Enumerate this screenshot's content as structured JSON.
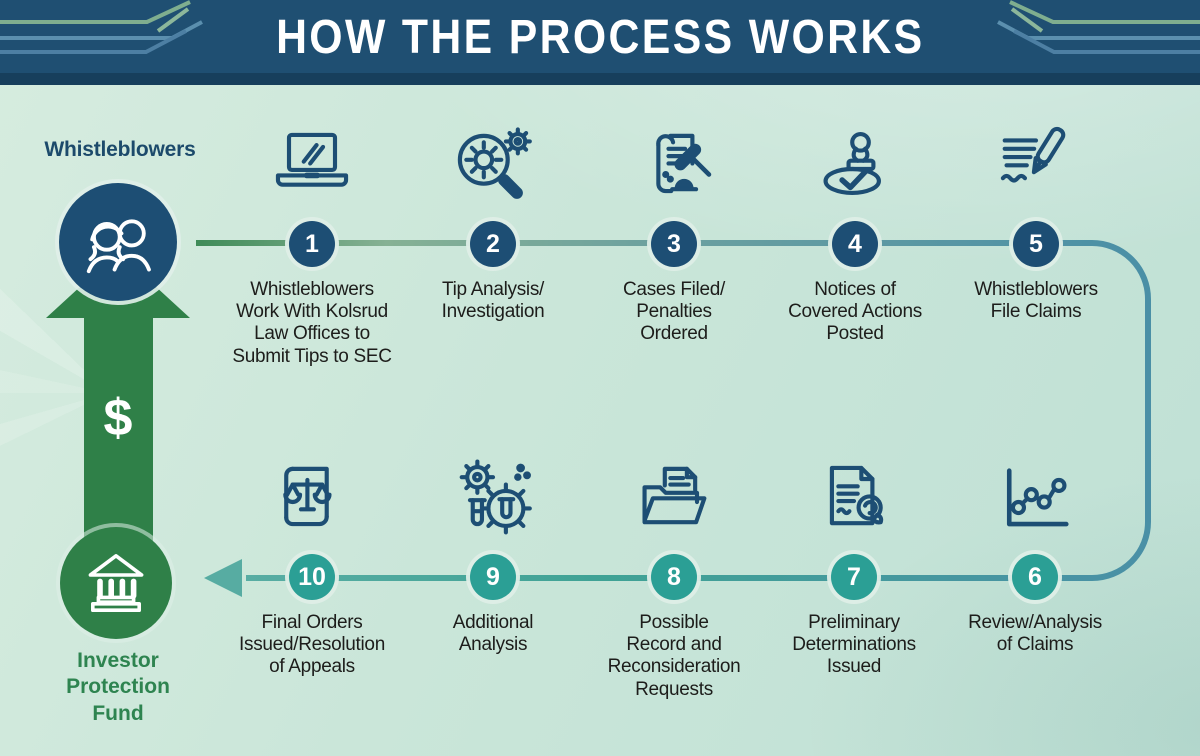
{
  "header": {
    "title": "HOW THE PROCESS WORKS"
  },
  "left_column": {
    "top_label": "Whistleblowers",
    "dollar_symbol": "$",
    "bottom_label": "Investor\nProtection\nFund",
    "icons": [
      "people-icon",
      "bank-icon",
      "up-arrow-shape",
      "left-arrow-shape"
    ]
  },
  "steps": [
    {
      "number": "1",
      "label": "Whistleblowers\nWork With Kolsrud\nLaw Offices to\nSubmit Tips to SEC",
      "icon": "laptop-icon"
    },
    {
      "number": "2",
      "label": "Tip Analysis/\nInvestigation",
      "icon": "magnifier-gears-icon"
    },
    {
      "number": "3",
      "label": "Cases Filed/\nPenalties\nOrdered",
      "icon": "scroll-gavel-icon"
    },
    {
      "number": "4",
      "label": "Notices of\nCovered Actions\nPosted",
      "icon": "stamp-check-icon"
    },
    {
      "number": "5",
      "label": "Whistleblowers\nFile Claims",
      "icon": "pen-writing-icon"
    },
    {
      "number": "6",
      "label": "Review/Analysis\nof Claims",
      "icon": "line-chart-icon"
    },
    {
      "number": "7",
      "label": "Preliminary\nDeterminations\nIssued",
      "icon": "document-seal-icon"
    },
    {
      "number": "8",
      "label": "Possible\nRecord and\nReconsideration\nRequests",
      "icon": "folder-documents-icon"
    },
    {
      "number": "9",
      "label": "Additional\nAnalysis",
      "icon": "gears-testtubes-icon"
    },
    {
      "number": "10",
      "label": "Final Orders\nIssued/Resolution\nof Appeals",
      "icon": "scroll-scales-icon"
    }
  ],
  "colors": {
    "header_bg": "#1f4f72",
    "header_stripe": "#173f5c",
    "background_mint": "#cae6d9",
    "navy_circle": "#1d4e74",
    "teal_circle": "#2b9f95",
    "green_arrow": "#2f8048",
    "fund_text_green": "#2e8450",
    "connector_green": "#3f8b58",
    "connector_teal": "#4a8fa6",
    "label_text": "#1d1d1b",
    "title_text": "#ffffff"
  }
}
